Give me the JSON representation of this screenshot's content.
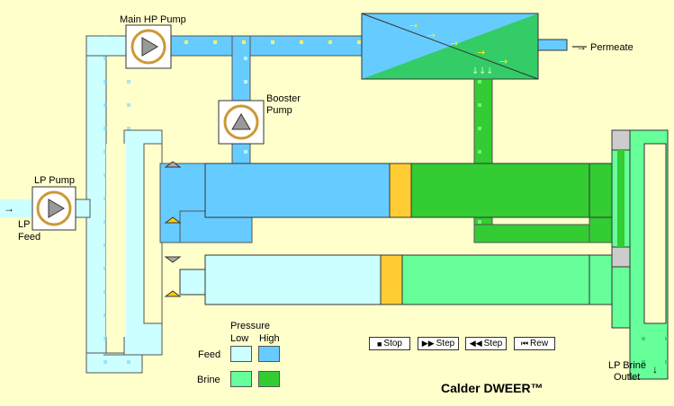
{
  "labels": {
    "main_hp_pump": "Main HP Pump",
    "booster": "Booster",
    "booster_pump": "Pump",
    "lp_pump": "LP Pump",
    "lp_feed_1": "LP",
    "lp_feed_2": "Feed",
    "permeate": "Permeate",
    "lp_brine_1": "LP Brine",
    "lp_brine_2": "Outlet",
    "arrow_right": "→",
    "arrow_down": "↓"
  },
  "legend": {
    "pressure": "Pressure",
    "low": "Low",
    "high": "High",
    "feed": "Feed",
    "brine": "Brine"
  },
  "controls": {
    "stop": "Stop",
    "step_fwd": "Step",
    "step_back": "Step",
    "rew": "Rew",
    "stop_icon": "■",
    "step_fwd_icon": "▶▶",
    "step_back_icon": "◀◀",
    "rew_icon": "⏮"
  },
  "title": "Calder DWEER™",
  "colors": {
    "background": "#ffffcc",
    "feed_low": "#ccffff",
    "feed_high": "#66ccff",
    "brine_low": "#66ff99",
    "brine_high": "#33cc33",
    "piston": "#ffcc33",
    "pump_ring": "#cc9933",
    "valve_yellow": "#ffcc00"
  }
}
